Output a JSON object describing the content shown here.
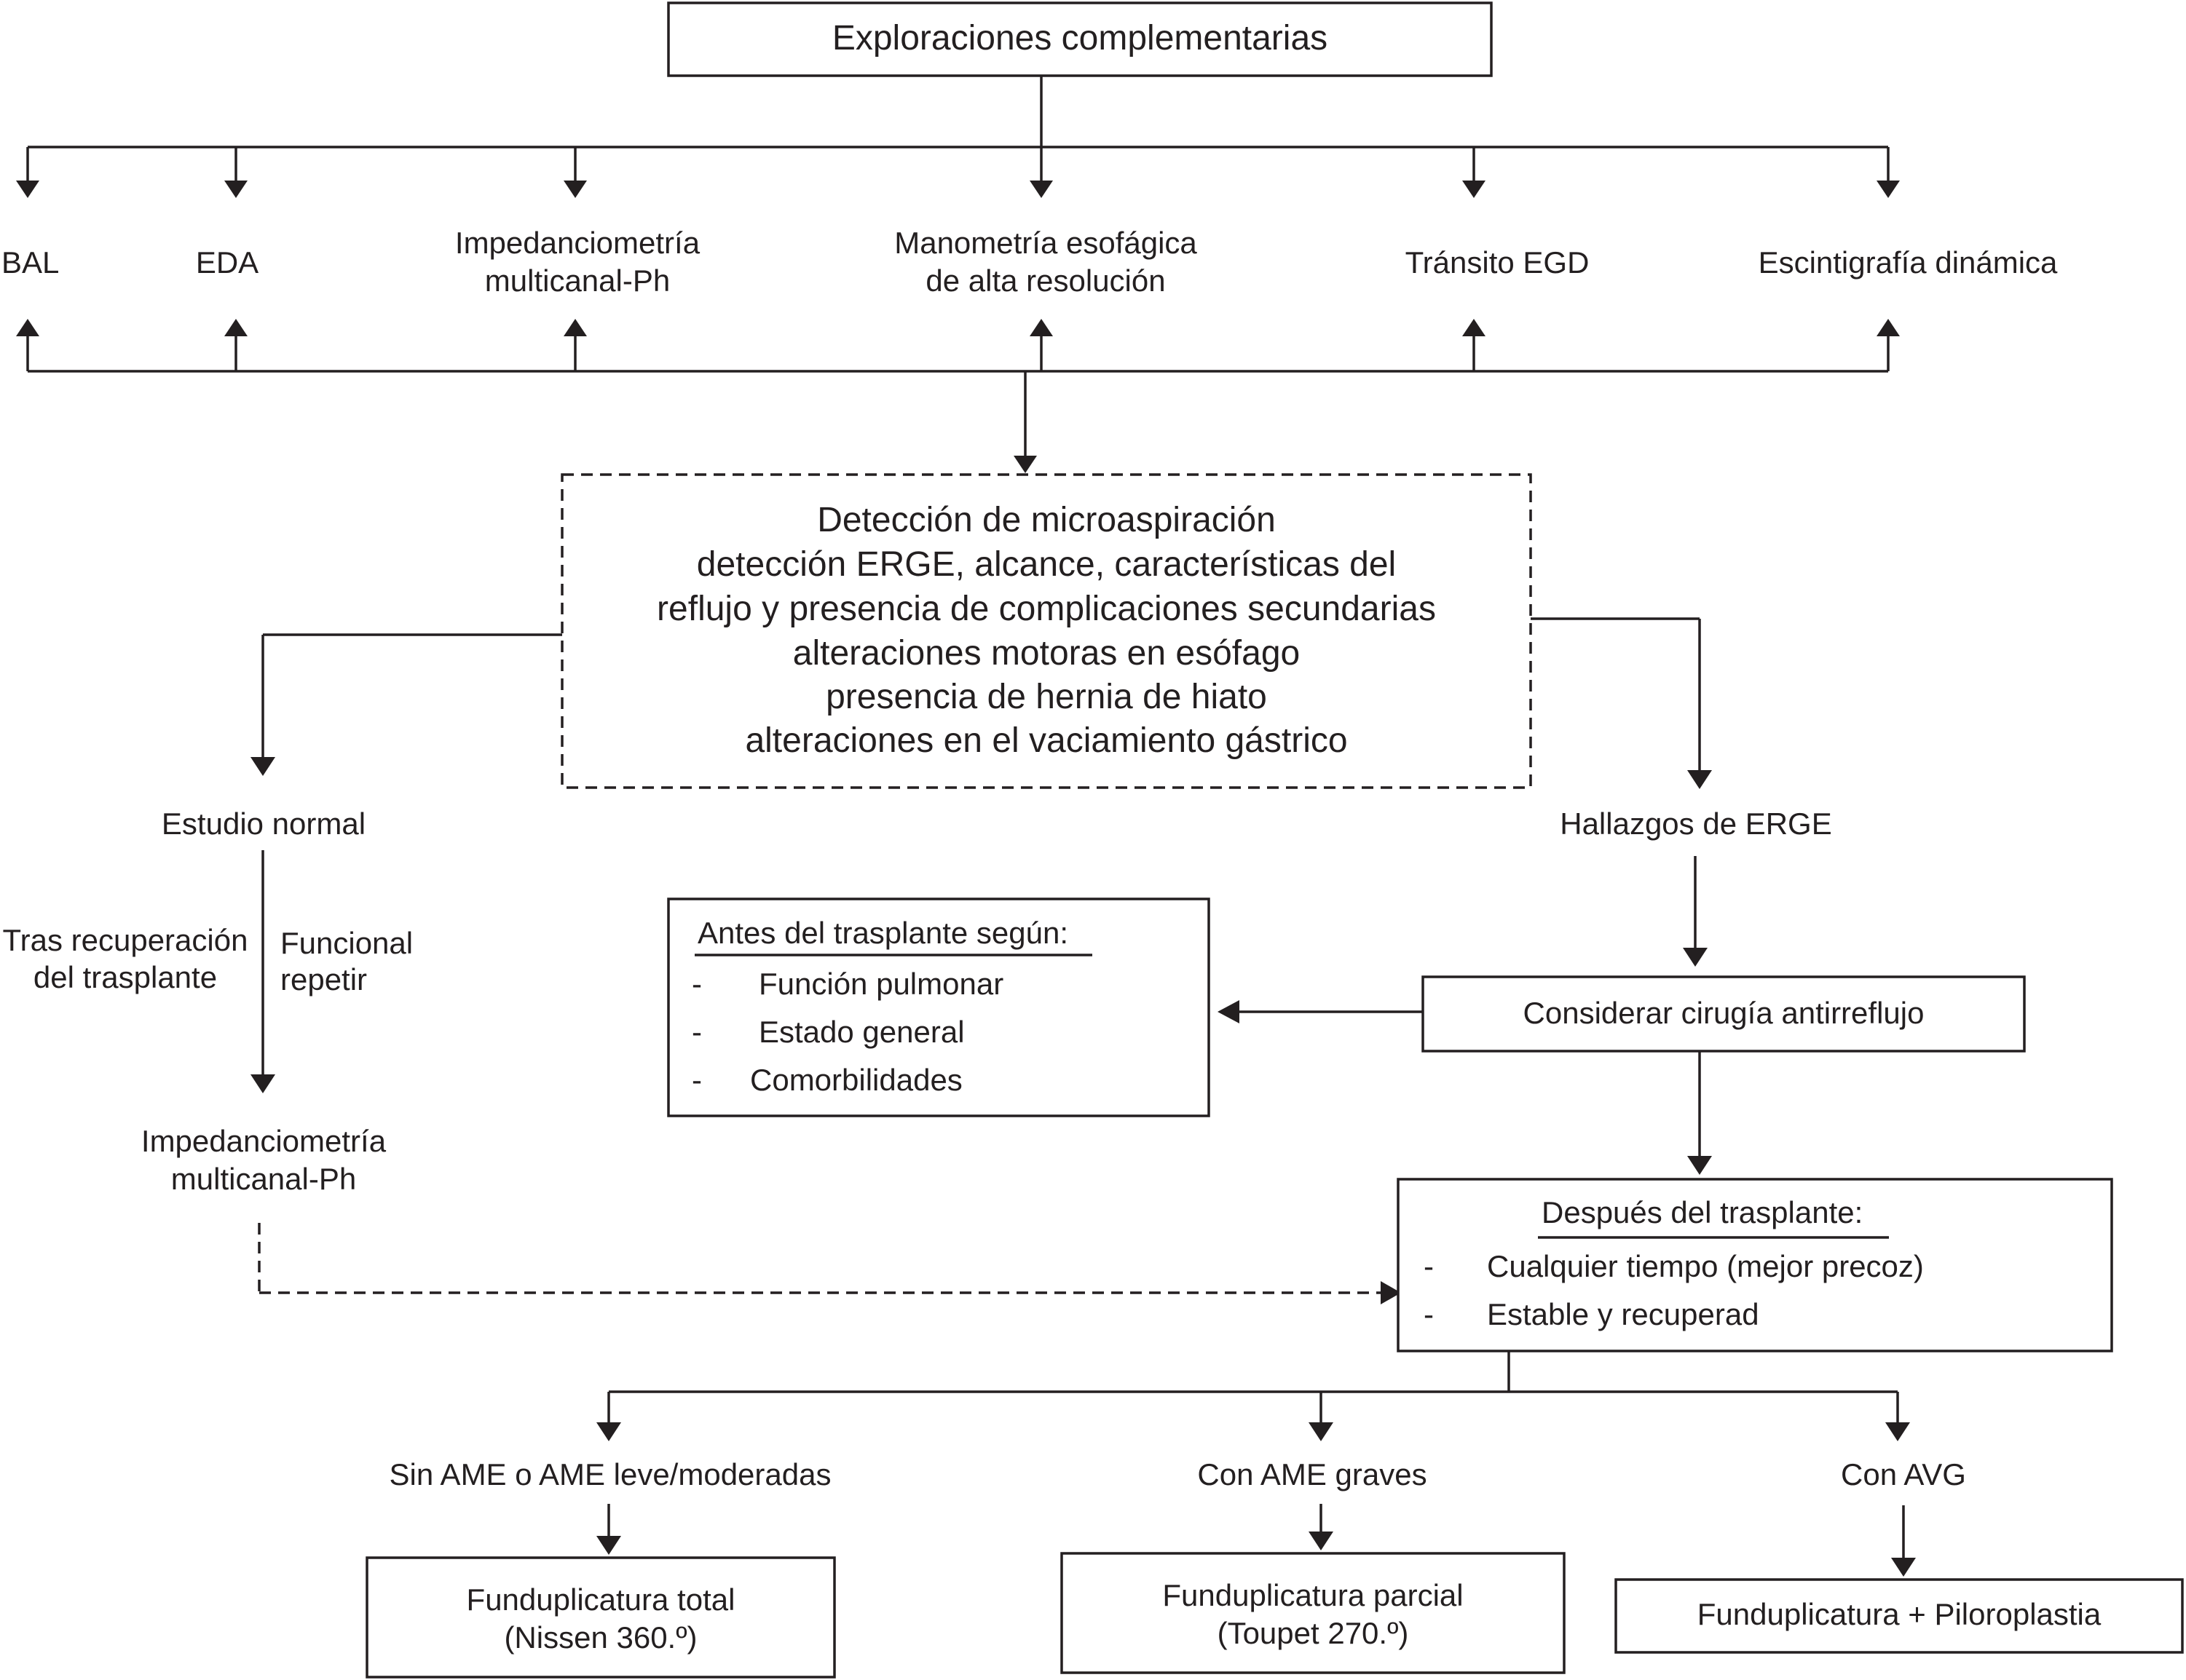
{
  "top_box": {
    "title": "Exploraciones complementarias"
  },
  "explorations": [
    {
      "line1": "BAL",
      "line2": ""
    },
    {
      "line1": "EDA",
      "line2": ""
    },
    {
      "line1": "Impedanciometría",
      "line2": "multicanal-Ph"
    },
    {
      "line1": "Manometría esofágica",
      "line2": "de alta resolución"
    },
    {
      "line1": "Tránsito EGD",
      "line2": ""
    },
    {
      "line1": "Escintigrafía dinámica",
      "line2": ""
    }
  ],
  "detection_box": {
    "lines": [
      "Detección de microaspiración",
      "detección ERGE, alcance, características del",
      "reflujo y presencia de complicaciones secundarias",
      "alteraciones motoras en esófago",
      "presencia de hernia de hiato",
      "alteraciones en el vaciamiento gástrico"
    ]
  },
  "left_branch": {
    "normal": "Estudio normal",
    "side_left": [
      "Tras recuperación",
      "del trasplante"
    ],
    "side_right": [
      "Funcional",
      "repetir"
    ],
    "impedance": [
      "Impedanciometría",
      "multicanal-Ph"
    ]
  },
  "right_branch": {
    "findings": "Hallazgos de ERGE",
    "consider": "Considerar cirugía antirreflujo"
  },
  "before_box": {
    "title": "Antes del trasplante según:",
    "bullet": "-",
    "items": [
      "Función pulmonar",
      "Estado general",
      "Comorbilidades"
    ]
  },
  "after_box": {
    "title": "Después del trasplante:",
    "bullet": "-",
    "items": [
      "Cualquier tiempo (mejor precoz)",
      "Estable y recuperad"
    ]
  },
  "outcomes": [
    {
      "condition": "Sin AME o AME leve/moderadas",
      "procedure_line1": "Funduplicatura total",
      "procedure_line2": "(Nissen 360.º)"
    },
    {
      "condition": "Con AME graves",
      "procedure_line1": "Funduplicatura parcial",
      "procedure_line2": "(Toupet 270.º)"
    },
    {
      "condition": "Con AVG",
      "procedure_line1": "Funduplicatura + Piloroplastia",
      "procedure_line2": ""
    }
  ]
}
